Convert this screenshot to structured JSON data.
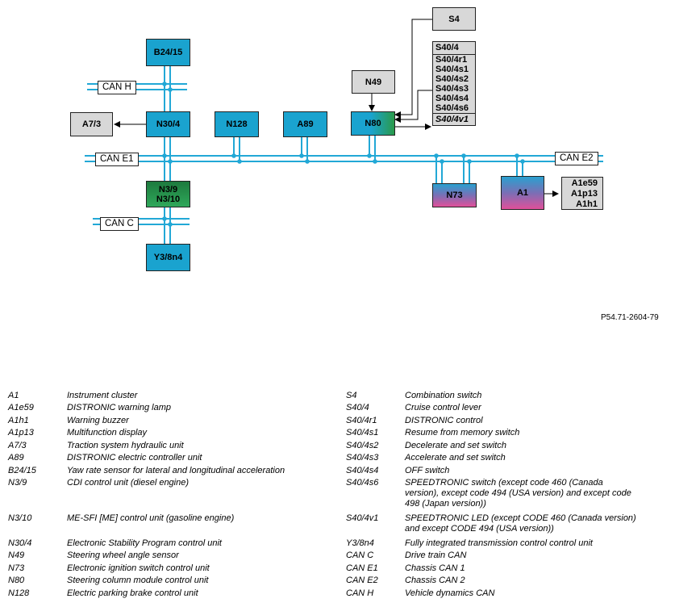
{
  "diagram": {
    "components": {
      "b2415": "B24/15",
      "a73": "A7/3",
      "n304": "N30/4",
      "n128": "N128",
      "a89": "A89",
      "n80": "N80",
      "n49": "N49",
      "s4": "S4",
      "n39_line1": "N3/9",
      "n39_line2": "N3/10",
      "y38n4": "Y3/8n4",
      "n73": "N73",
      "a1": "A1"
    },
    "s40_list": {
      "header": "S40/4",
      "items": [
        "S40/4r1",
        "S40/4s1",
        "S40/4s2",
        "S40/4s3",
        "S40/4s4",
        "S40/4s6"
      ],
      "last": "S40/4v1"
    },
    "a1_list": [
      "A1e59",
      "A1p13",
      "A1h1"
    ],
    "buses": {
      "can_h": "CAN H",
      "can_e1": "CAN E1",
      "can_c": "CAN C",
      "can_e2": "CAN E2"
    },
    "colors": {
      "bus": "#22a8d6",
      "module_blue": "#1aa3cf",
      "module_green": "#2a9a4a",
      "module_pink": "#e0509a",
      "grey": "#d8d8d8"
    },
    "reference": "P54.71-2604-79"
  },
  "legend": {
    "left": [
      {
        "code": "A1",
        "desc": "Instrument cluster"
      },
      {
        "code": "A1e59",
        "desc": "DISTRONIC warning lamp"
      },
      {
        "code": "A1h1",
        "desc": "Warning buzzer"
      },
      {
        "code": "A1p13",
        "desc": "Multifunction display"
      },
      {
        "code": "A7/3",
        "desc": "Traction system hydraulic unit"
      },
      {
        "code": "A89",
        "desc": "DISTRONIC electric controller unit"
      },
      {
        "code": "B24/15",
        "desc": "Yaw rate sensor for lateral and longitudinal acceleration"
      },
      {
        "code": "N3/9",
        "desc": "CDI control unit (diesel engine)"
      },
      {
        "code": "N3/10",
        "desc": "ME-SFI [ME] control unit (gasoline engine)"
      },
      {
        "code": "N30/4",
        "desc": "Electronic Stability Program control unit"
      },
      {
        "code": "N49",
        "desc": "Steering wheel angle sensor"
      },
      {
        "code": "N73",
        "desc": "Electronic ignition switch control unit"
      },
      {
        "code": "N80",
        "desc": "Steering column module control unit"
      },
      {
        "code": "N128",
        "desc": "Electric parking brake control unit"
      }
    ],
    "right": [
      {
        "code": "S4",
        "desc": "Combination switch"
      },
      {
        "code": "S40/4",
        "desc": "Cruise control lever"
      },
      {
        "code": "S40/4r1",
        "desc": "DISTRONIC control"
      },
      {
        "code": "S40/4s1",
        "desc": "Resume from memory switch"
      },
      {
        "code": "S40/4s2",
        "desc": "Decelerate and set switch"
      },
      {
        "code": "S40/4s3",
        "desc": "Accelerate and set switch"
      },
      {
        "code": "S40/4s4",
        "desc": "OFF switch"
      },
      {
        "code": "S40/4s6",
        "desc": "SPEEDTRONIC switch (except code 460 (Canada version), except code 494 (USA version) and except code 498 (Japan version))"
      },
      {
        "code": "S40/4v1",
        "desc": "SPEEDTRONIC LED (except CODE 460 (Canada version) and except CODE 494 (USA version))"
      },
      {
        "code": "Y3/8n4",
        "desc": "Fully integrated transmission control control unit"
      },
      {
        "code": "CAN C",
        "desc": "Drive train CAN"
      },
      {
        "code": "CAN E1",
        "desc": "Chassis CAN 1"
      },
      {
        "code": "CAN E2",
        "desc": "Chassis CAN 2"
      },
      {
        "code": "CAN H",
        "desc": "Vehicle dynamics CAN"
      }
    ]
  }
}
